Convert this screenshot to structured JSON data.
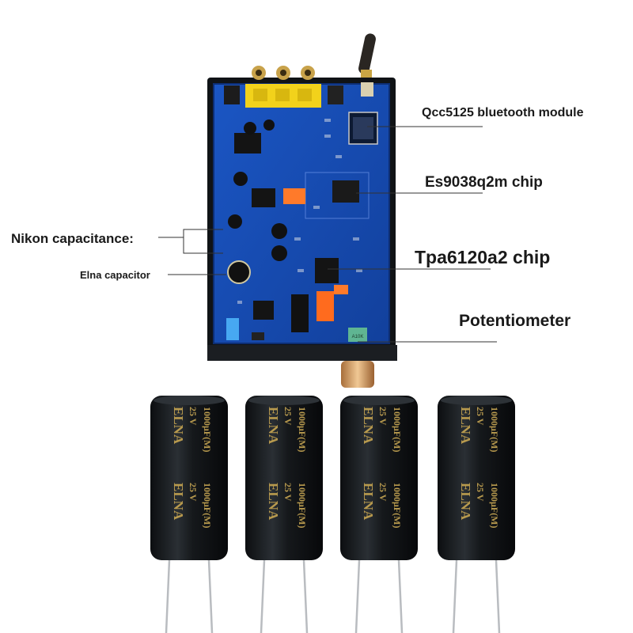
{
  "labels": {
    "qcc": "Qcc5125 bluetooth module",
    "es9038": "Es9038q2m chip",
    "tpa": "Tpa6120a2 chip",
    "pot": "Potentiometer",
    "nikon": "Nikon capacitance:",
    "elna": "Elna capacitor"
  },
  "capacitor": {
    "brand": "ELNA",
    "voltage": "25 V",
    "capacitance": "1000μF(M)",
    "count": 4
  },
  "board": {
    "pot_part": "A10K"
  },
  "colors": {
    "pcb": "#1a4fb8",
    "case": "#111418",
    "rca_gold": "#c8a24a",
    "connector_yellow": "#f2d21b",
    "capacitor_body": "#16191c",
    "capacitor_text": "#b89a4e",
    "leader_line": "#333333"
  }
}
